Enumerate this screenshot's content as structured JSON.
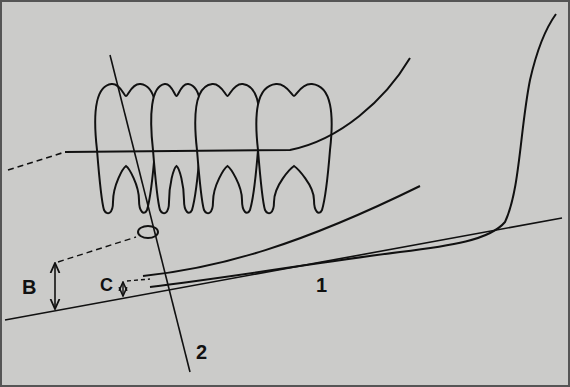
{
  "diagram": {
    "labels": [
      "B",
      "C",
      "1",
      "2"
    ]
  }
}
